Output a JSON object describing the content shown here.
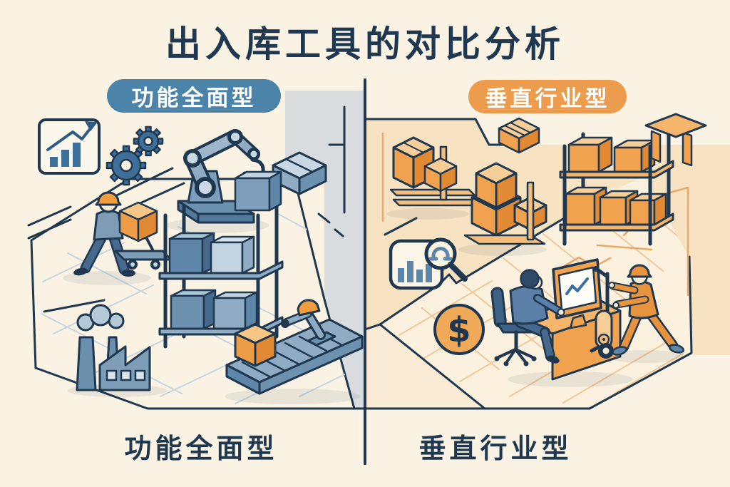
{
  "title": "出入库工具的对比分析",
  "left": {
    "badge": "功能全面型",
    "caption": "功能全面型",
    "accent": "#4B84A8",
    "icons": [
      "growth-chart-icon",
      "gears-icon",
      "robot-arm",
      "package-box",
      "worker-pushing-cart",
      "storage-rack",
      "factory",
      "conveyor-belt"
    ]
  },
  "right": {
    "badge": "垂直行业型",
    "caption": "垂直行业型",
    "accent": "#ED9C4E",
    "coin_symbol": "$",
    "icons": [
      "pallet-boxes",
      "package-box",
      "storage-rack",
      "side-table",
      "chart-magnifier-icon",
      "dollar-coin",
      "person-at-computer",
      "hand-truck",
      "warehouse-worker"
    ]
  },
  "colors": {
    "background": "#FAF2E3",
    "ink": "#1F3850",
    "left_accent": "#4B84A8",
    "right_accent": "#ED9C4E",
    "left_wall_gray": "#D8DCDF",
    "right_wall_peach": "#F7E2C2",
    "steel_blue": "#7E9EBB",
    "box_orange": "#F0A24F"
  }
}
